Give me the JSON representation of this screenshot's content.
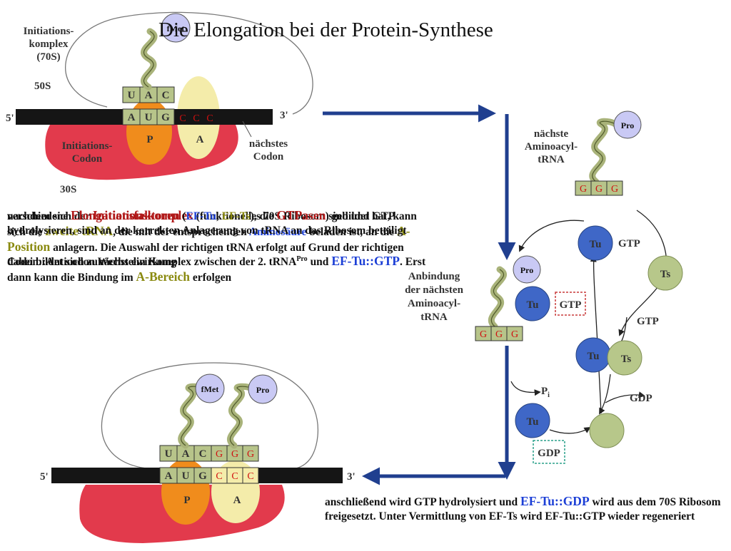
{
  "title": "Die Elongation bei der Protein-Synthese",
  "labels": {
    "initiation_complex": [
      "Initiations-",
      "komplex",
      "(70S)"
    ],
    "subunit_50s": "50S",
    "subunit_30s": "30S",
    "five_prime": "5'",
    "three_prime": "3'",
    "site_p": "P",
    "site_a": "A",
    "initiation_codon": [
      "Initiations-",
      "Codon"
    ],
    "next_codon": [
      "nächstes",
      "Codon"
    ],
    "next_aminoacyl_trna": [
      "nächste",
      "Aminoacyl-",
      "tRNA"
    ],
    "binding_next_trna": [
      "Anbindung",
      "der nächsten",
      "Aminoacyl-",
      "tRNA"
    ],
    "gtp": "GTP",
    "gdp": "GDP",
    "pi": "P",
    "pi_sub": "i",
    "tu": "Tu",
    "ts": "Ts"
  },
  "amino_acids": {
    "fmet": "fMet",
    "pro": "Pro"
  },
  "bases": {
    "anticodon_1": [
      "U",
      "A",
      "C"
    ],
    "codon_1": [
      "A",
      "U",
      "G"
    ],
    "codon_2": [
      "C",
      "C",
      "C"
    ],
    "anticodon_2": [
      "G",
      "G",
      "G"
    ]
  },
  "text1": {
    "p1": "nachdem sich der ",
    "p1_hl": "Initiationskomplex",
    "p2": " (funktionelles 70S Ribosom) gebildet hat, kann sich die ",
    "p2_hl": "zweite tRNA",
    "p3": ", die mit der entsprechenden ",
    "p3_hl": "Aminosäure",
    "p4": " beladen ist, an die ",
    "p4_hl": "A-Position",
    "p5": " anlagern. Die Auswahl der richtigen tRNA erfolgt auf Grund der richtigen Codon::Anticodon Wechselwirkung"
  },
  "text2": {
    "p1": "verschiedene ",
    "p1_hl": "Elongationsfaktoren",
    "p2": " (",
    "p2_hl1": "EF-Tu",
    "p2_sep": ", ",
    "p2_hl2": "EF-Ts",
    "p3": "), die ",
    "p3_hl": "GTPasen",
    "p4": " sind und GTP hydrolysieren, sind an der korrekten Anlagerung von tRNA an das Ribosom beteiligt",
    "p5": "dabei bildet sich zunächst ein Komplex zwischen der 2. tRNA",
    "p5_sup": "Pro",
    "p5b": " und ",
    "p5_hl": "EF-Tu::GTP",
    "p6": ". Erst dann kann die Bindung im ",
    "p6_hl": "A-Bereich",
    "p7": " erfolgen"
  },
  "text3": {
    "p1": "anschließend wird GTP hydrolysiert und ",
    "p1_hl": "EF-Tu::GDP",
    "p2": " wird aus dem 70S Ribosom freigesetzt. Unter Vermittlung von EF-Ts wird EF-Tu::GTP wieder regeneriert"
  },
  "colors": {
    "ribosome_red": "#e23a4c",
    "p_site": "#f08c1c",
    "a_site": "#f4ecaa",
    "trna": "#a9b37a",
    "tu": "#3f67c7",
    "ts": "#b7c78a",
    "aa_circle": "#c9c9f4",
    "arrow": "#203f8f"
  }
}
